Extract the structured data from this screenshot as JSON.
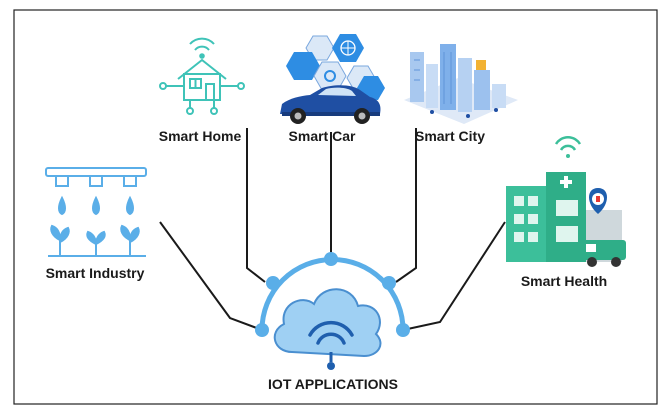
{
  "hub": {
    "title": "IOT APPLICATIONS",
    "icon": "cloud-wifi-icon"
  },
  "applications": [
    {
      "key": "smart-home",
      "label": "Smart Home",
      "icon": "smart-home-icon"
    },
    {
      "key": "smart-car",
      "label": "Smart Car",
      "icon": "smart-car-icon"
    },
    {
      "key": "smart-city",
      "label": "Smart City",
      "icon": "smart-city-icon"
    },
    {
      "key": "smart-industry",
      "label": "Smart Industry",
      "icon": "smart-industry-icon"
    },
    {
      "key": "smart-health",
      "label": "Smart Health",
      "icon": "smart-health-icon"
    }
  ],
  "colors": {
    "accent": "#5aaee8",
    "cloud": "#9fd0f3",
    "line": "#1a1a1a",
    "teal": "#3fc3b8",
    "car_blue": "#1f4fa3",
    "health_green": "#3cbf9a"
  }
}
